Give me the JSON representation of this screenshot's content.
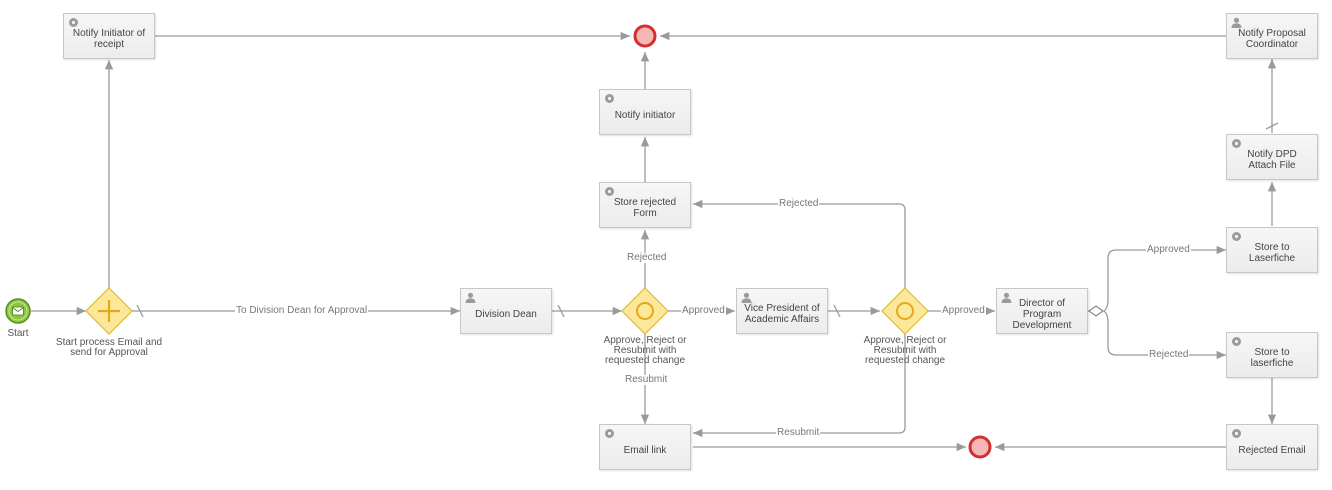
{
  "colors": {
    "connector": "#9a9a9a",
    "gateway_fill": "#fbe89a",
    "gateway_stroke": "#e0bb2e",
    "end_fill": "#f4b6b6",
    "end_stroke": "#d32f2f",
    "start_fill": "#8cc63f",
    "start_stroke": "#5a8f1c"
  },
  "events": {
    "start_label": "Start"
  },
  "tasks": {
    "notify_initiator_receipt": {
      "label": "Notify Initiator of receipt",
      "icon": "gear-icon"
    },
    "notify_initiator": {
      "label": "Notify initiator",
      "icon": "gear-icon"
    },
    "store_rejected_form": {
      "label": "Store rejected Form",
      "icon": "gear-icon"
    },
    "division_dean": {
      "label": "Division Dean",
      "icon": "user-icon"
    },
    "vp_academic_affairs": {
      "label": "Vice President of Academic Affairs",
      "icon": "user-icon"
    },
    "director_program_dev": {
      "label": "Director of Program Development",
      "icon": "user-icon"
    },
    "email_link": {
      "label": "Email link",
      "icon": "gear-icon"
    },
    "notify_proposal_coordinator": {
      "label": "Notify Proposal Coordinator",
      "icon": "user-icon"
    },
    "notify_dpd_attach": {
      "label": "Notify DPD Attach File",
      "icon": "gear-icon"
    },
    "store_to_laserfiche_approved": {
      "label": "Store to Laserfiche",
      "icon": "gear-icon"
    },
    "store_to_laserfiche_rejected": {
      "label": "Store to laserfiche",
      "icon": "gear-icon"
    },
    "rejected_email": {
      "label": "Rejected Email",
      "icon": "gear-icon"
    }
  },
  "gateways": {
    "start_process": {
      "label": "Start process Email and send for Approval",
      "icon": "parallel-plus-icon"
    },
    "dean_decision": {
      "label": "Approve, Reject or Resubmit with requested change",
      "icon": "event-circle-icon"
    },
    "vp_decision": {
      "label": "Approve, Reject or Resubmit with requested change",
      "icon": "event-circle-icon"
    },
    "director_split": {
      "icon": "diamond-icon"
    }
  },
  "flows": {
    "to_division_dean": "To Division Dean for Approval",
    "dean_approved": "Approved",
    "dean_rejected": "Rejected",
    "dean_resubmit": "Resubmit",
    "vp_approved": "Approved",
    "vp_rejected": "Rejected",
    "vp_resubmit": "Resubmit",
    "director_approved": "Approved",
    "director_rejected": "Rejected"
  }
}
